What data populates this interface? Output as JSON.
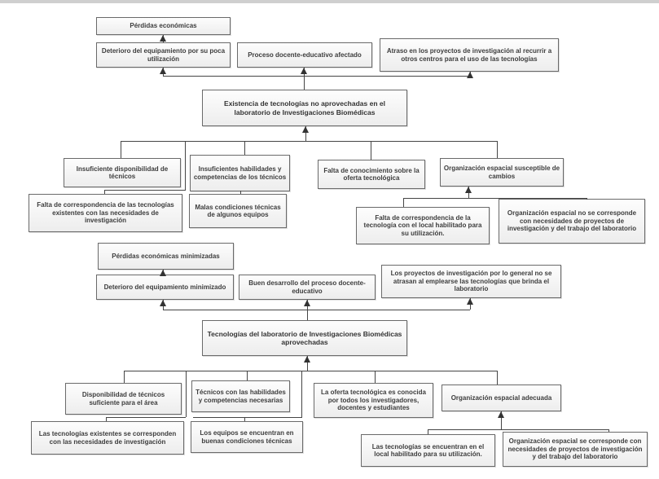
{
  "diagram": {
    "problem_tree": {
      "top_effect": "Pérdidas económicas",
      "effects": [
        "Deterioro del equipamiento por su poca utilización",
        "Proceso docente-educativo afectado",
        "Atraso en los proyectos de investigación al recurrir a otros centros para el uso de las tecnologías"
      ],
      "central": "Existencia de tecnologías no aprovechadas en el laboratorio de Investigaciones Biomédicas",
      "causes": [
        "Insuficiente disponibilidad de técnicos",
        "Insuficientes habilidades y competencias de los técnicos",
        "Falta de conocimiento sobre la oferta tecnológica",
        "Organización espacial susceptible de cambios"
      ],
      "subcauses": [
        "Falta de correspondencia de las tecnologías existentes con las necesidades de investigación",
        "Malas condiciones técnicas de algunos equipos",
        "Falta de correspondencia de la tecnología con el local habilitado para su utilización.",
        "Organización espacial no se corresponde con necesidades de proyectos de investigación y del trabajo del laboratorio"
      ]
    },
    "objective_tree": {
      "top_end": "Pérdidas económicas minimizadas",
      "ends": [
        "Deterioro del equipamiento minimizado",
        "Buen desarrollo del proceso docente-educativo",
        "Los proyectos de investigación por lo general no se atrasan al emplearse las tecnologías que brinda el laboratorio"
      ],
      "central": "Tecnologías del laboratorio de Investigaciones Biomédicas aprovechadas",
      "means": [
        "Disponibilidad de técnicos suficiente para el área",
        "Técnicos con las habilidades y competencias necesarias",
        "La oferta tecnológica es conocida por todos los investigadores, docentes y estudiantes",
        "Organización espacial adecuada"
      ],
      "submeans": [
        "Las tecnologías existentes se corresponden con las necesidades de investigación",
        "Los equipos se encuentran en buenas condiciones técnicas",
        "Las tecnologías se encuentran en el local habilitado para su utilización.",
        "Organización espacial se corresponde con necesidades de proyectos de investigación y del trabajo del laboratorio"
      ]
    },
    "colors": {
      "box_fill": "#ededed",
      "box_border": "#6a6a6a",
      "line": "#454545"
    }
  }
}
